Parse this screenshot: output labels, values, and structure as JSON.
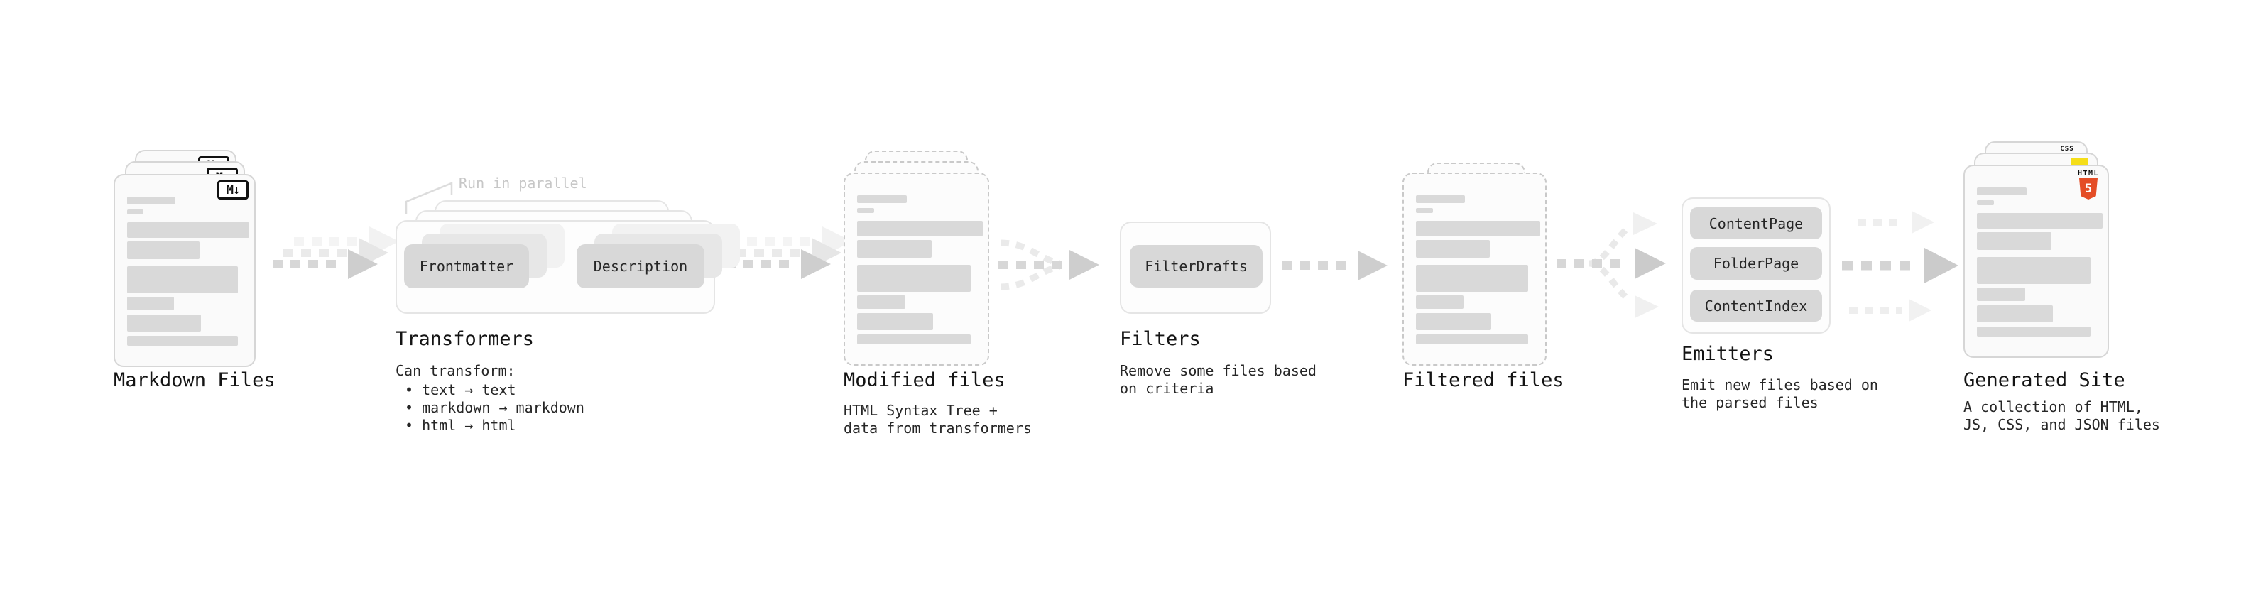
{
  "stages": {
    "markdown": {
      "label": "Markdown Files",
      "badge": "M↓"
    },
    "transformers": {
      "callout": "Run in parallel",
      "pill_left": "Frontmatter",
      "pill_right": "Description",
      "label": "Transformers",
      "desc_heading": "Can transform:",
      "bullets": [
        "• text → text",
        "• markdown → markdown",
        "• html → html"
      ]
    },
    "modified": {
      "label": "Modified files",
      "desc": [
        "HTML Syntax Tree +",
        "data from transformers"
      ]
    },
    "filters": {
      "pill": "FilterDrafts",
      "label": "Filters",
      "desc": [
        "Remove some files based",
        "on criteria"
      ]
    },
    "filtered": {
      "label": "Filtered files"
    },
    "emitters": {
      "pills": [
        "ContentPage",
        "FolderPage",
        "ContentIndex"
      ],
      "label": "Emitters",
      "desc": [
        "Emit new files based on",
        "the parsed files"
      ]
    },
    "generated": {
      "label": "Generated Site",
      "desc": [
        "A collection of HTML,",
        "JS, CSS, and JSON files"
      ],
      "css_badge": "CSS",
      "html_badge_word": "HTML",
      "html_badge_number": "5"
    }
  },
  "colors": {
    "html5_orange": "#e44d26",
    "js_yellow": "#f5de19",
    "css_blue": "#2965f1",
    "pill_gray": "#d8d8d8",
    "arrow_gray": "#d7d7d7",
    "skeleton_gray": "#d9d9d9"
  }
}
